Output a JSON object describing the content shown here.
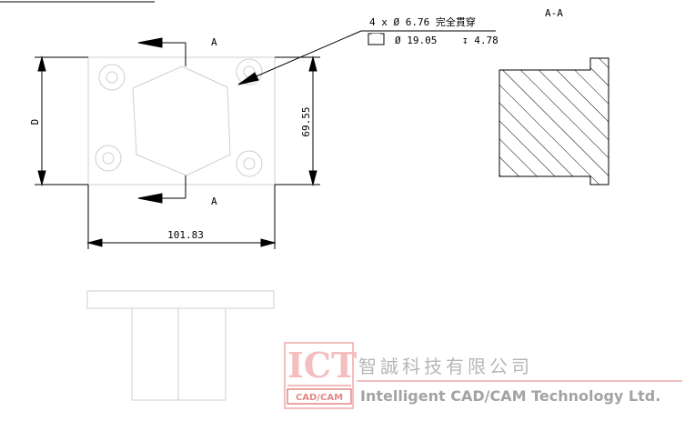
{
  "drawing": {
    "section_label": "A",
    "section_view_title": "A-A",
    "hole_callout": {
      "line1": "4 x Ø 6.76 完全貫穿",
      "cbore_diameter": "Ø 19.05",
      "cbore_depth": "↧ 4.78"
    },
    "dimensions": {
      "width": "101.83",
      "height": "69.55",
      "left_vertical": "D"
    }
  },
  "watermark": {
    "ict": "ICT",
    "cad_cam": "CAD/CAM",
    "company_cn": "智誠科技有限公司",
    "company_en": "Intelligent CAD/CAM Technology Ltd."
  },
  "colors": {
    "part_line": "#cfcfcf",
    "dimension_line": "#000000",
    "logo_red": "#e07b7b"
  }
}
